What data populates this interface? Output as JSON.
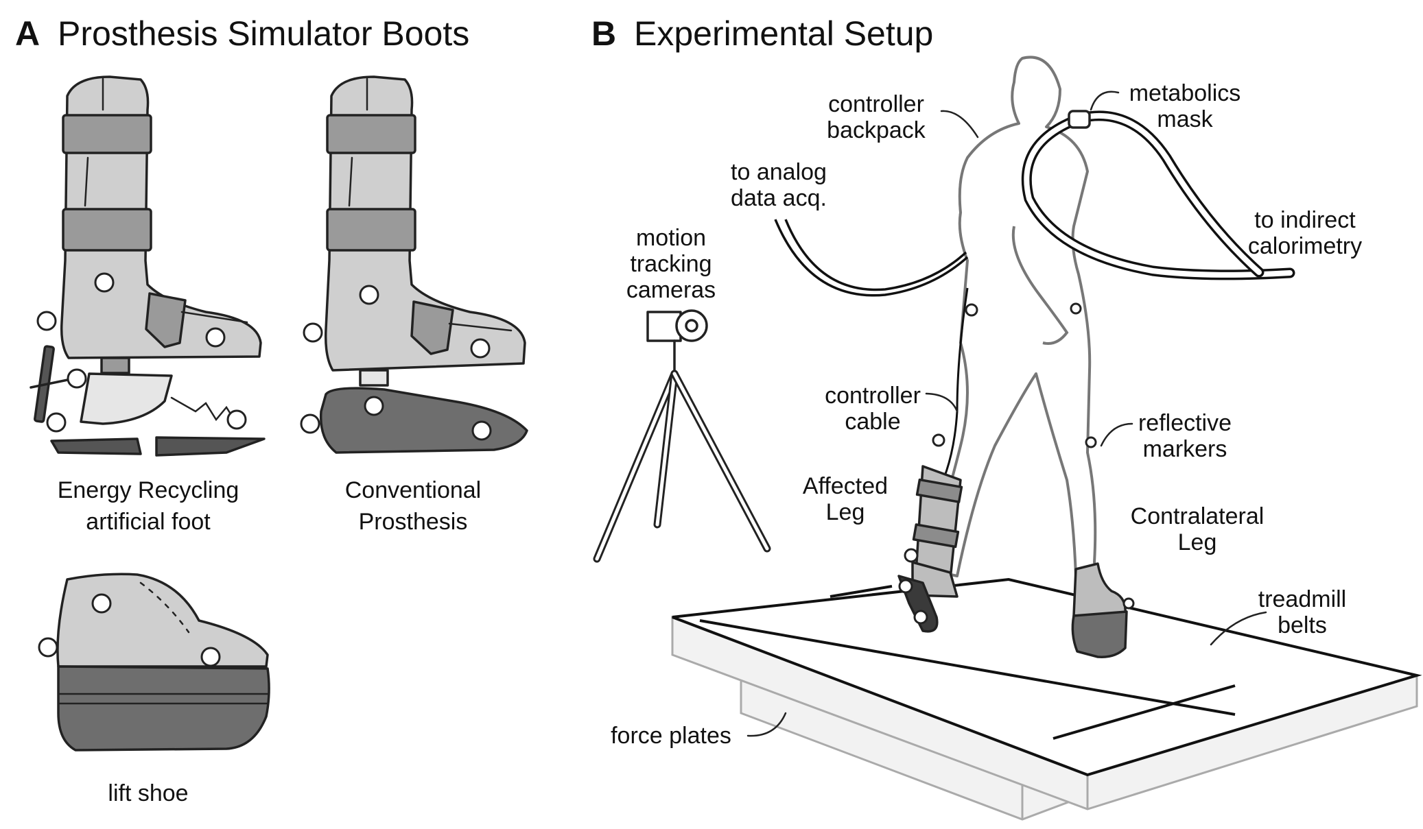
{
  "panel_a": {
    "letter": "A",
    "title": "Prosthesis Simulator Boots",
    "energy_label_1": "Energy Recycling",
    "energy_label_2": "artificial foot",
    "conventional_label_1": "Conventional",
    "conventional_label_2": "Prosthesis",
    "lift_label": "lift shoe"
  },
  "panel_b": {
    "letter": "B",
    "title": "Experimental Setup",
    "labels": {
      "controller_backpack_1": "controller",
      "controller_backpack_2": "backpack",
      "metabolics_mask_1": "metabolics",
      "metabolics_mask_2": "mask",
      "analog_1": "to analog",
      "analog_2": "data acq.",
      "calorimetry_1": "to indirect",
      "calorimetry_2": "calorimetry",
      "cameras_1": "motion",
      "cameras_2": "tracking",
      "cameras_3": "cameras",
      "controller_cable_1": "controller",
      "controller_cable_2": "cable",
      "reflective_markers_1": "reflective",
      "reflective_markers_2": "markers",
      "affected_leg_1": "Affected",
      "affected_leg_2": "Leg",
      "contralateral_leg_1": "Contralateral",
      "contralateral_leg_2": "Leg",
      "treadmill_belts_1": "treadmill",
      "treadmill_belts_2": "belts",
      "force_plates": "force plates"
    }
  },
  "colors": {
    "light_gray": "#cfcfcf",
    "mid_gray": "#9a9a9a",
    "dark_gray": "#6e6e6e",
    "outline": "#222222",
    "body_outline": "#777777"
  }
}
